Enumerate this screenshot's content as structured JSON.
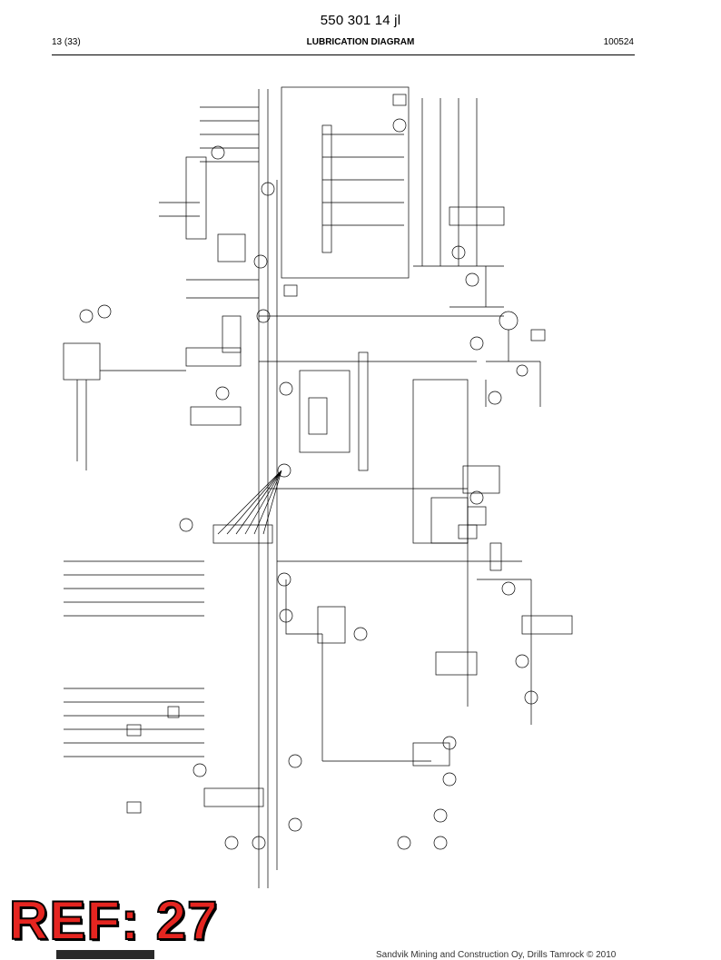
{
  "header": {
    "doc_number": "550 301 14 jl",
    "page": "13 (33)",
    "title": "LUBRICATION DIAGRAM",
    "revision": "100524"
  },
  "diagram": {
    "alt": "Lubrication diagram schematic",
    "line_color": "#000000"
  },
  "stamp": {
    "text": "REF: 27",
    "color": "#e52520"
  },
  "footer": {
    "copyright": "Sandvik Mining and Construction Oy, Drills Tamrock © 2010"
  }
}
